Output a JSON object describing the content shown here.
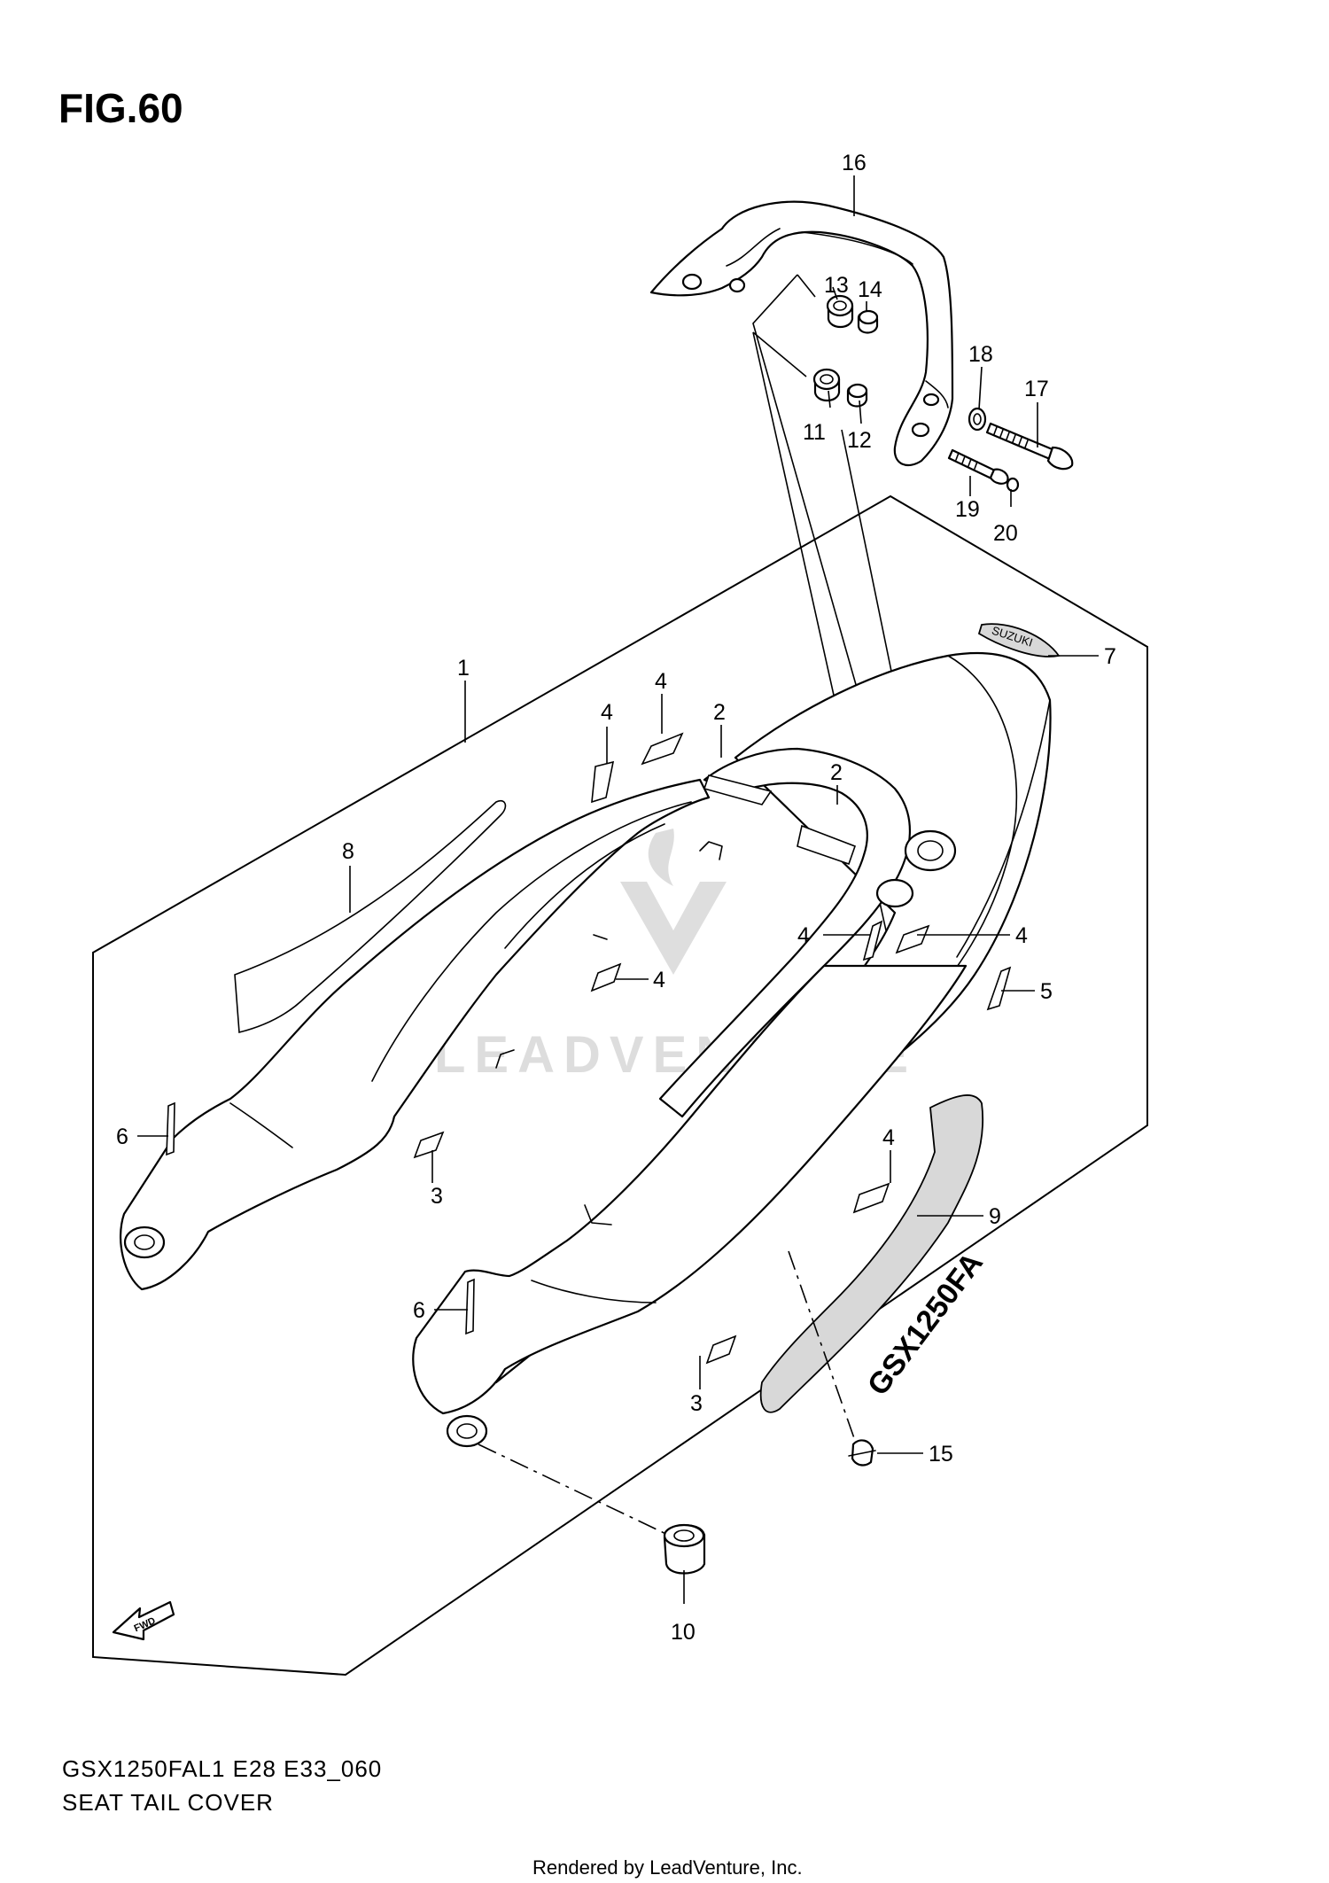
{
  "figure": {
    "title": "FIG.60"
  },
  "callouts": [
    {
      "id": "c1",
      "number": "1"
    },
    {
      "id": "c2a",
      "number": "2"
    },
    {
      "id": "c2b",
      "number": "2"
    },
    {
      "id": "c3a",
      "number": "3"
    },
    {
      "id": "c3b",
      "number": "3"
    },
    {
      "id": "c4a",
      "number": "4"
    },
    {
      "id": "c4b",
      "number": "4"
    },
    {
      "id": "c4c",
      "number": "4"
    },
    {
      "id": "c4d",
      "number": "4"
    },
    {
      "id": "c4e",
      "number": "4"
    },
    {
      "id": "c4f",
      "number": "4"
    },
    {
      "id": "c5",
      "number": "5"
    },
    {
      "id": "c6a",
      "number": "6"
    },
    {
      "id": "c6b",
      "number": "6"
    },
    {
      "id": "c7",
      "number": "7"
    },
    {
      "id": "c8",
      "number": "8"
    },
    {
      "id": "c9",
      "number": "9"
    },
    {
      "id": "c10",
      "number": "10"
    },
    {
      "id": "c11",
      "number": "11"
    },
    {
      "id": "c12",
      "number": "12"
    },
    {
      "id": "c13",
      "number": "13"
    },
    {
      "id": "c14",
      "number": "14"
    },
    {
      "id": "c15",
      "number": "15"
    },
    {
      "id": "c16",
      "number": "16"
    },
    {
      "id": "c17",
      "number": "17"
    },
    {
      "id": "c18",
      "number": "18"
    },
    {
      "id": "c19",
      "number": "19"
    },
    {
      "id": "c20",
      "number": "20"
    }
  ],
  "fwd_arrow": {
    "label": "FWD"
  },
  "decal_text": {
    "side": "GSX1250FA",
    "tail": "SUZUKI"
  },
  "watermark": {
    "text": "LEADVENTURE"
  },
  "model_code": "GSX1250FAL1 E28 E33_060",
  "section_name": "SEAT TAIL COVER",
  "credit": "Rendered by LeadVenture, Inc."
}
